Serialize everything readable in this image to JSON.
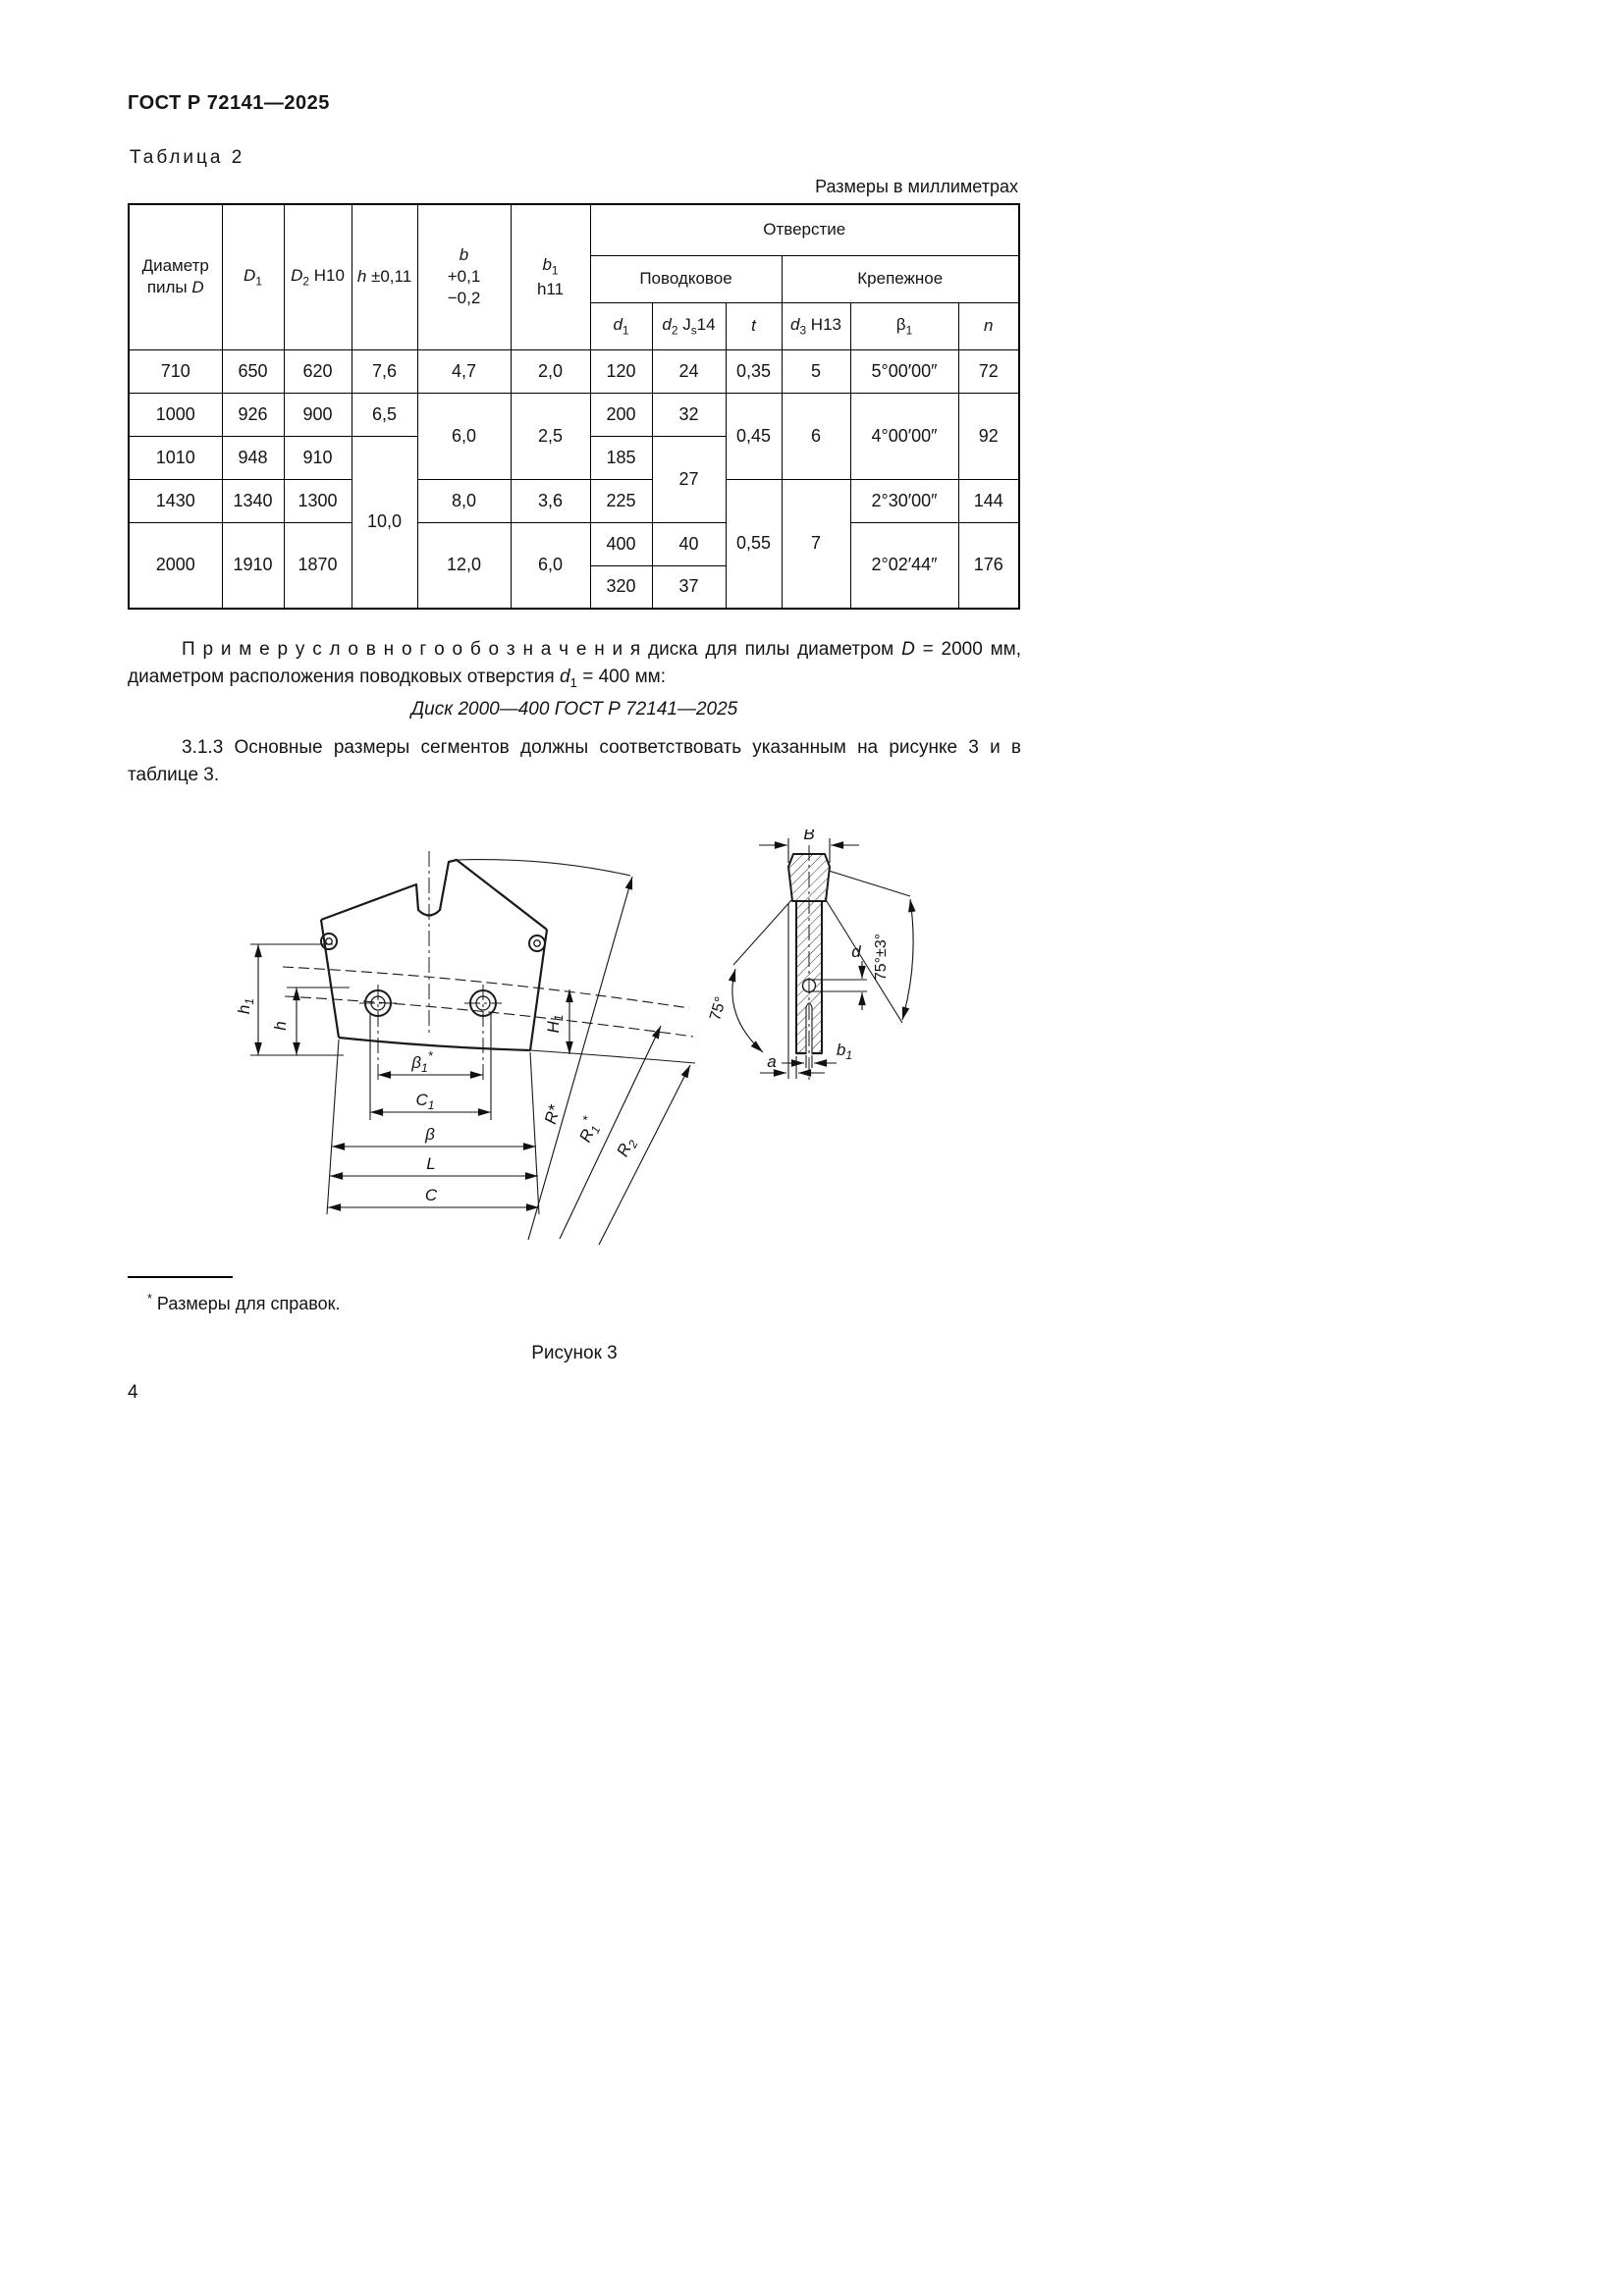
{
  "page": {
    "doc_code": "ГОСТ Р 72141—2025",
    "page_number": "4"
  },
  "table": {
    "caption": "Таблица 2",
    "units": "Размеры в миллиметрах",
    "h": {
      "diameter_l1": "Диаметр",
      "diameter_l2": "пилы ",
      "diameter_var": "D",
      "d1_var": "D",
      "d1_sub": "1",
      "d2_var": "D",
      "d2_sub": "2",
      "d2_suf": " H10",
      "h_var": "h",
      "h_suf": " ±0,11",
      "b_var": "b",
      "b_tol_p": "+0,1",
      "b_tol_m": "−0,2",
      "b1_var": "b",
      "b1_sub": "1",
      "b1_l2": "h11",
      "hole": "Отверстие",
      "drive": "Поводковое",
      "mount": "Крепежное",
      "sd1_var": "d",
      "sd1_sub": "1",
      "sd2_var": "d",
      "sd2_sub": "2",
      "sd2_j": " J",
      "sd2_jsub": "s",
      "sd2_suf": "14",
      "t_var": "t",
      "d3_var": "d",
      "d3_sub": "3",
      "d3_suf": " H13",
      "beta_var": "β",
      "beta_sub": "1",
      "n_var": "n"
    },
    "r": {
      "a": {
        "d": "710",
        "d1": "650",
        "d2": "620",
        "h": "7,6",
        "b": "4,7",
        "b1": "2,0",
        "hd1": "120",
        "hd2": "24",
        "t": "0,35",
        "hd3": "5",
        "beta": "5°00′00″",
        "n": "72"
      },
      "b": {
        "d": "1000",
        "d1": "926",
        "d2": "900",
        "h": "6,5",
        "b": "6,0",
        "b1": "2,5",
        "hd1": "200",
        "hd2": "32",
        "t": "0,45",
        "hd3": "6",
        "beta": "4°00′00″",
        "n": "92"
      },
      "c": {
        "d": "1010",
        "d1": "948",
        "d2": "910",
        "h": "10,0",
        "hd1": "185",
        "hd2": "27"
      },
      "d": {
        "d": "1430",
        "d1": "1340",
        "d2": "1300",
        "b": "8,0",
        "b1": "3,6",
        "hd1": "225",
        "t": "0,55",
        "hd3": "7",
        "beta": "2°30′00″",
        "n": "144"
      },
      "e": {
        "d": "2000",
        "d1": "1910",
        "d2": "1870",
        "b": "12,0",
        "b1": "6,0",
        "hd1": "400",
        "hd2": "40",
        "beta": "2°02′44″",
        "n": "176"
      },
      "f": {
        "hd1": "320",
        "hd2": "37"
      }
    }
  },
  "example": {
    "label": "П р и м е р   у с л о в н о г о   о б о з н а ч е н и я",
    "t1": " диска для пилы диаметром ",
    "v1": "D",
    "t2": " = 2000 мм, диаметром расположения поводковых отверстия ",
    "v2": "d",
    "v2sub": "1",
    "t3": " = 400 мм:",
    "designation": "Диск 2000—400 ГОСТ Р 72141—2025"
  },
  "para_313": "3.1.3 Основные размеры сегментов должны соответствовать указанным на рисунке 3 и в таблице 3.",
  "figure": {
    "caption": "Рисунок 3",
    "footnote_star": "*",
    "footnote_text": " Размеры для справок.",
    "labels": {
      "h1_base": "h",
      "h1_sub": "1",
      "h": "h",
      "beta1_base": "β",
      "beta1_sub": "1",
      "beta1_sup": "*",
      "c1_base": "C",
      "c1_sub": "1",
      "beta": "β",
      "L": "L",
      "C": "C",
      "H1_base": "H",
      "H1_sub": "1",
      "Rstar": "R*",
      "R1_base": "R",
      "R1_sub": "1",
      "R1_sup": "*",
      "R2_base": "R",
      "R2_sub": "2",
      "B": "B",
      "d": "d",
      "angle_right": "75°±3°",
      "angle_left": "75°",
      "b1_base": "b",
      "b1_sub": "1",
      "a": "a"
    }
  }
}
